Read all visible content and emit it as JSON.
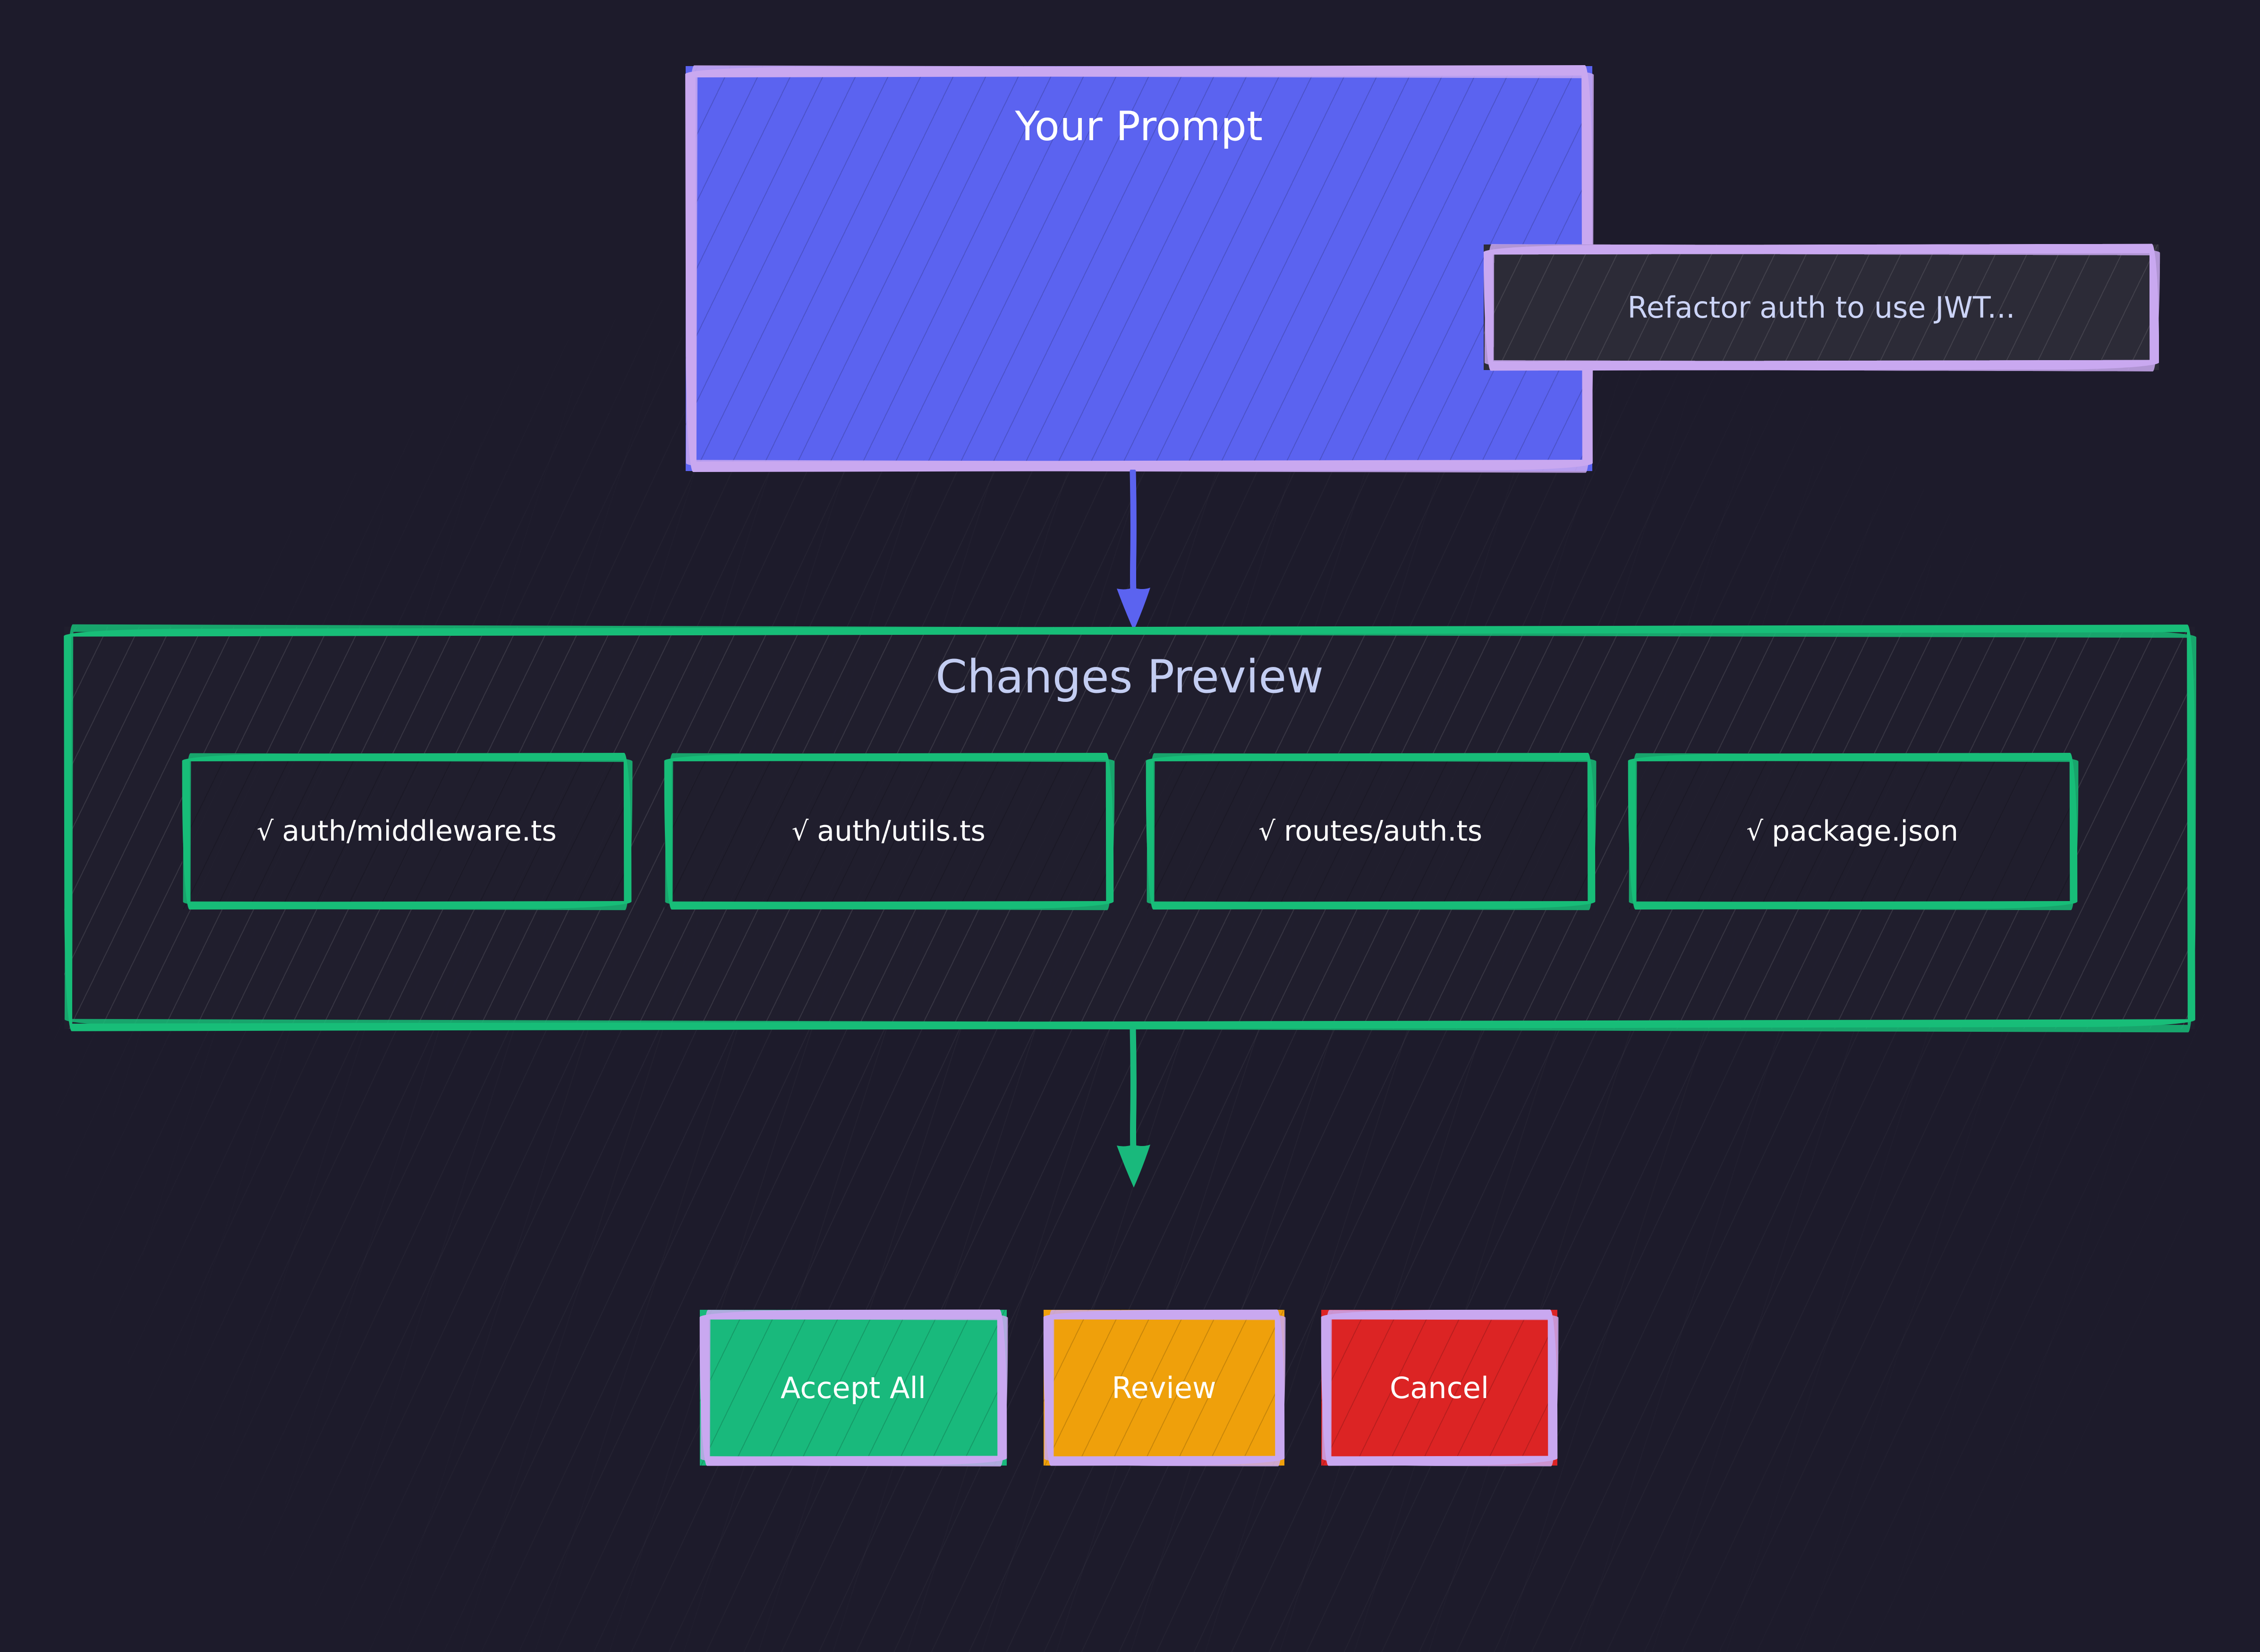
{
  "canvas": {
    "background_color": "#1d1b2b",
    "accent_purple": "#c9a8f0",
    "accent_blue": "#5b63f0",
    "accent_green": "#19b97c",
    "accent_orange": "#efa00b",
    "accent_red": "#dc2424",
    "title_text_color": "#c3cdf2"
  },
  "prompt": {
    "title": "Your Prompt",
    "field_value": "Refactor auth to use JWT...",
    "field_placeholder": "Refactor auth to use JWT..."
  },
  "preview": {
    "title": "Changes Preview",
    "check_glyph": "√",
    "files": [
      {
        "check": "√",
        "name": "auth/middleware.ts"
      },
      {
        "check": "√",
        "name": "auth/utils.ts"
      },
      {
        "check": "√",
        "name": "routes/auth.ts"
      },
      {
        "check": "√",
        "name": "package.json"
      }
    ]
  },
  "actions": {
    "accept_all_label": "Accept All",
    "review_label": "Review",
    "cancel_label": "Cancel"
  },
  "connectors": [
    {
      "name": "prompt-to-preview",
      "color": "#5b63f0"
    },
    {
      "name": "preview-to-actions",
      "color": "#19b97c"
    }
  ]
}
